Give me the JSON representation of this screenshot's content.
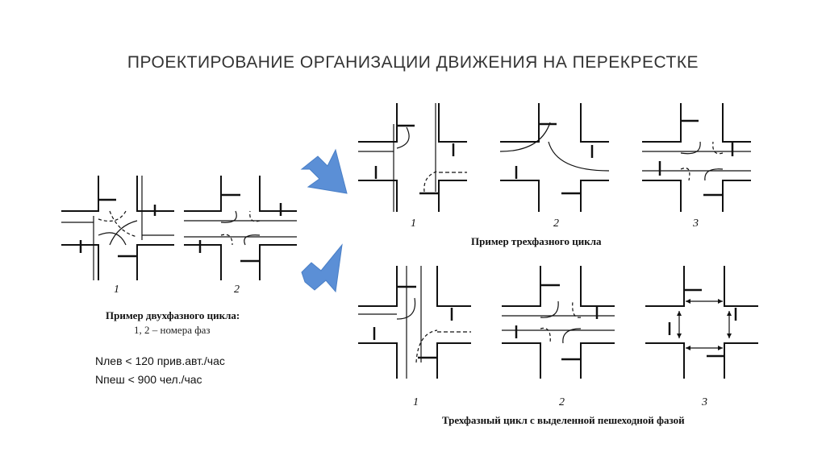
{
  "slide": {
    "title": "ПРОЕКТИРОВАНИЕ ОРГАНИЗАЦИИ ДВИЖЕНИЯ НА ПЕРЕКРЕСТКЕ"
  },
  "two_phase": {
    "caption": "Пример двухфазного цикла:",
    "legend": "1, 2 – номера фаз",
    "phases": [
      "1",
      "2"
    ]
  },
  "three_phase": {
    "caption": "Пример трехфазного цикла",
    "phases": [
      "1",
      "2",
      "3"
    ]
  },
  "pedestrian_phase": {
    "caption": "Трехфазный цикл с выделенной пешеходной фазой",
    "phases": [
      "1",
      "2",
      "3"
    ]
  },
  "conditions": {
    "left_turn": "Nлев < 120 прив.авт./час",
    "pedestrians": "Nпеш < 900 чел./час"
  },
  "colors": {
    "arrow": "#5b8fd6",
    "line": "#111111"
  }
}
